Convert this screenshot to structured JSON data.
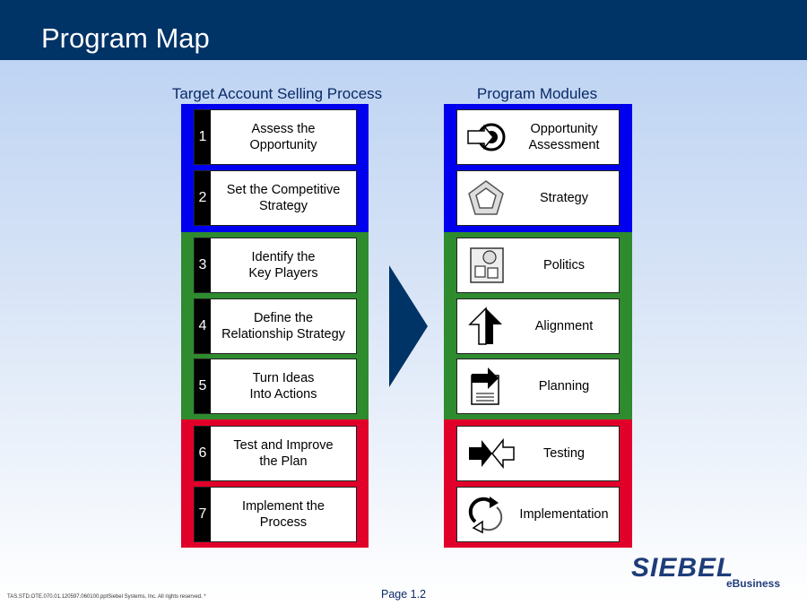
{
  "header": {
    "title": "Program Map"
  },
  "left": {
    "title": "Target Account Selling Process",
    "items": [
      {
        "num": "1",
        "label": "Assess the\nOpportunity"
      },
      {
        "num": "2",
        "label": "Set the Competitive\nStrategy"
      },
      {
        "num": "3",
        "label": "Identify the\nKey Players"
      },
      {
        "num": "4",
        "label": "Define the\nRelationship Strategy"
      },
      {
        "num": "5",
        "label": "Turn Ideas\nInto Actions"
      },
      {
        "num": "6",
        "label": "Test and Improve\nthe Plan"
      },
      {
        "num": "7",
        "label": "Implement the\nProcess"
      }
    ]
  },
  "right": {
    "title": "Program Modules",
    "items": [
      {
        "label": "Opportunity\nAssessment",
        "icon": "target-arrow-icon"
      },
      {
        "label": "Strategy",
        "icon": "pentagon-icon"
      },
      {
        "label": "Politics",
        "icon": "shapes-icon"
      },
      {
        "label": "Alignment",
        "icon": "up-arrow-icon"
      },
      {
        "label": "Planning",
        "icon": "document-arrow-icon"
      },
      {
        "label": "Testing",
        "icon": "converging-arrows-icon"
      },
      {
        "label": "Implementation",
        "icon": "cycle-arrows-icon"
      }
    ]
  },
  "colors": {
    "blue": "#0000ee",
    "green": "#2e8b2e",
    "red": "#e0002a",
    "navy": "#003366"
  },
  "footer": {
    "doc_id": "TAS.STD.OTE.070.01.120597.060100.pptSiebel Systems, Inc. All rights reserved.  *",
    "page": "Page 1.2"
  },
  "logo": {
    "name": "SIEBEL",
    "sub": "eBusiness"
  }
}
